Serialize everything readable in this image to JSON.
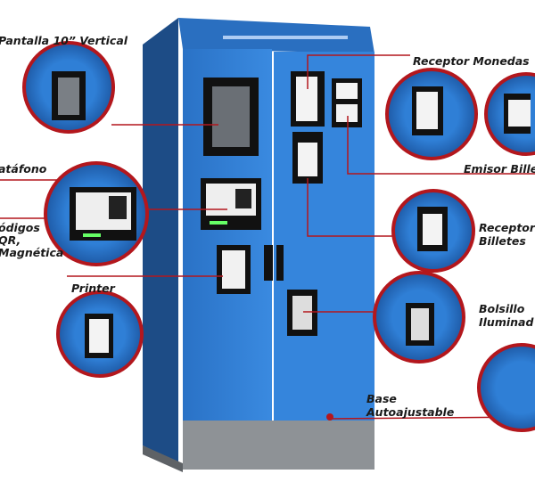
{
  "colors": {
    "cabinet_blue": "#2f7fd6",
    "cabinet_dark": "#1c4f8f",
    "callout_red": "#b3171d",
    "base_grey": "#8e9296"
  },
  "labels": {
    "pantalla": "Pantalla 10” Vertical",
    "datafono": "atáfono",
    "codigos_1": "ódigos",
    "codigos_2": "QR,",
    "codigos_3": "Magnética",
    "printer": "Printer",
    "receptor_monedas": "Receptor Monedas",
    "emisor_billetes": "Emisor Billet",
    "receptor_billetes_1": "Receptor",
    "receptor_billetes_2": "Billetes",
    "bolsillo_1": "Bolsillo",
    "bolsillo_2": "Iluminad",
    "base_1": "Base",
    "base_2": "Autoajustable"
  }
}
